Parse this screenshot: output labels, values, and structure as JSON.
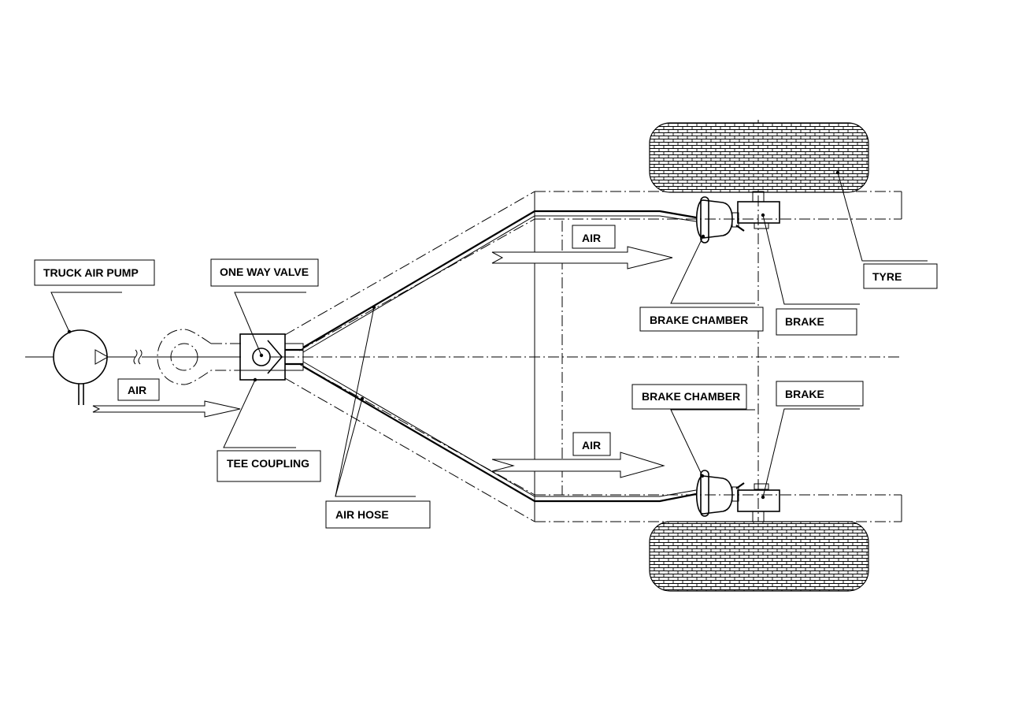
{
  "labels": {
    "truck_air_pump": "TRUCK AIR PUMP",
    "one_way_valve": "ONE WAY VALVE",
    "tee_coupling": "TEE COUPLING",
    "air_hose": "AIR HOSE",
    "air": "AIR",
    "brake_chamber": "BRAKE CHAMBER",
    "brake": "BRAKE",
    "tyre": "TYRE"
  },
  "colors": {
    "line": "#000000",
    "background": "#ffffff",
    "tyre_fill": "#ffffff"
  }
}
